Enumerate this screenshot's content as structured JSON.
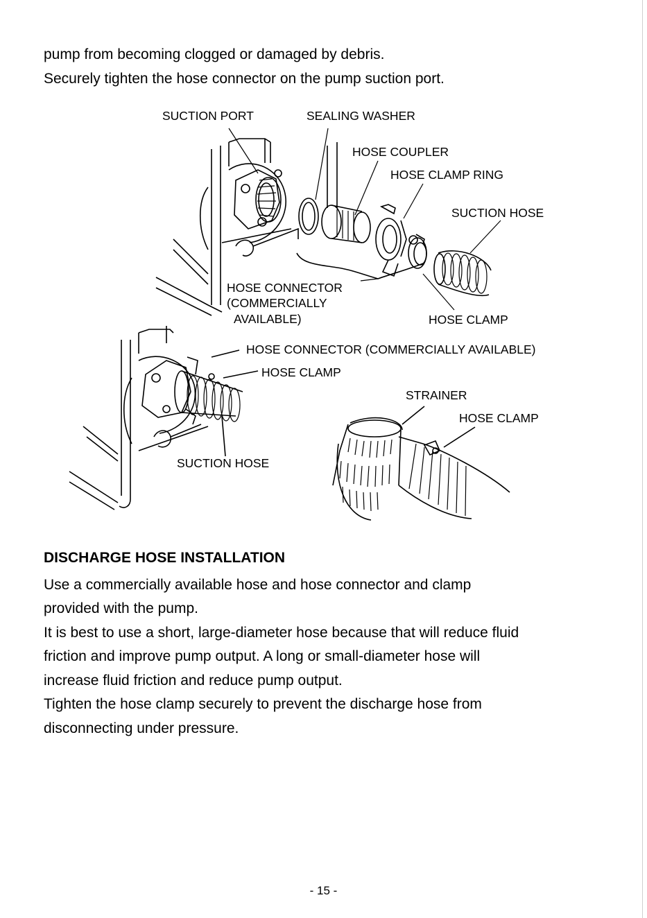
{
  "intro": {
    "line1": "pump from becoming clogged or damaged by debris.",
    "line2": "Securely tighten the hose connector on the pump suction port."
  },
  "figure_top": {
    "labels": {
      "suction_port": "SUCTION PORT",
      "sealing_washer": "SEALING WASHER",
      "hose_coupler": "HOSE COUPLER",
      "hose_clamp_ring": "HOSE CLAMP RING",
      "suction_hose": "SUCTION HOSE",
      "hose_connector_1": "HOSE CONNECTOR",
      "hose_connector_2": "(COMMERCIALLY",
      "hose_connector_3": "AVAILABLE)",
      "hose_clamp": "HOSE CLAMP"
    }
  },
  "figure_bottom": {
    "labels": {
      "hose_connector": "HOSE CONNECTOR (COMMERCIALLY AVAILABLE)",
      "hose_clamp": "HOSE CLAMP",
      "strainer": "STRAINER",
      "strainer_clamp": "HOSE CLAMP",
      "suction_hose": "SUCTION HOSE"
    }
  },
  "discharge": {
    "heading": "DISCHARGE HOSE INSTALLATION",
    "lines": [
      "Use a commercially available hose and hose connector and clamp",
      "provided with the pump.",
      "It is best to use a short, large-diameter hose because that will reduce fluid",
      "friction and improve pump output. A long or small-diameter hose will",
      "increase fluid friction and reduce pump output.",
      "Tighten the hose clamp securely to prevent the discharge hose from",
      "disconnecting under pressure."
    ]
  },
  "footer": {
    "page_number": "- 15 -"
  }
}
